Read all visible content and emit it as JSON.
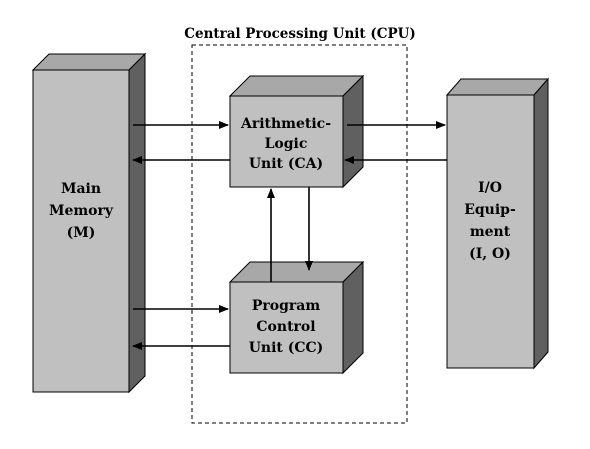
{
  "colors": {
    "box_front": "#c0c0c0",
    "box_top": "#a8a8a8",
    "box_side": "#606060",
    "stroke": "#000000",
    "background": "#ffffff"
  },
  "diagram": {
    "cpu_boundary": {
      "title": "Central Processing Unit (CPU)"
    },
    "main_memory": {
      "lines": [
        "Main",
        "Memory",
        "(M)"
      ]
    },
    "alu": {
      "lines": [
        "Arithmetic-",
        "Logic",
        "Unit (CA)"
      ]
    },
    "pcu": {
      "lines": [
        "Program",
        "Control",
        "Unit (CC)"
      ]
    },
    "io": {
      "lines": [
        "I/O",
        "Equip-",
        "ment",
        "(I, O)"
      ]
    }
  }
}
